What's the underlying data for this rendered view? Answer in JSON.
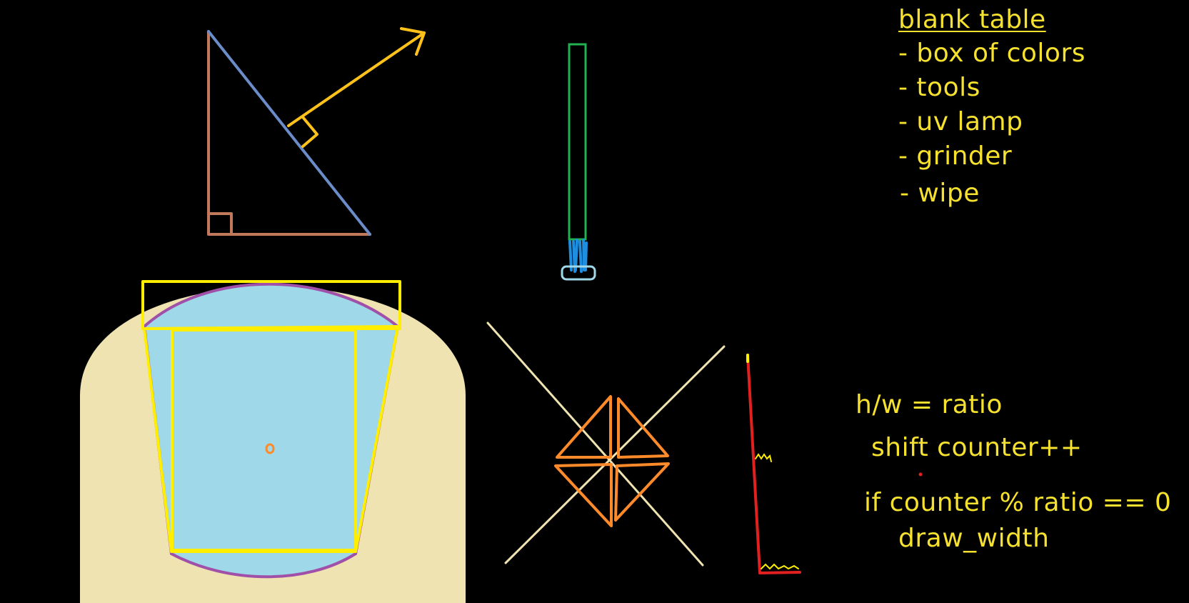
{
  "colors": {
    "background": "#000000",
    "text": "#f5e12e",
    "cream": "#f0e3b2",
    "light_blue": "#9fd8e8",
    "yellow": "#ffee00",
    "purple": "#a050a8",
    "brown": "#c0795a",
    "steel_blue": "#6a8cc8",
    "gold": "#ffc21a",
    "green": "#22b050",
    "blue": "#1e8fe0",
    "orange": "#ff8a2a",
    "red": "#e32020"
  },
  "checklist": {
    "title": "blank table",
    "items": [
      "- box of colors",
      "- tools",
      "- uv lamp",
      "- grinder",
      "- wipe"
    ]
  },
  "formula": {
    "line1": "h/w = ratio",
    "line2": "shift counter++",
    "line3": "if counter % ratio == 0",
    "line4": "draw_width"
  }
}
